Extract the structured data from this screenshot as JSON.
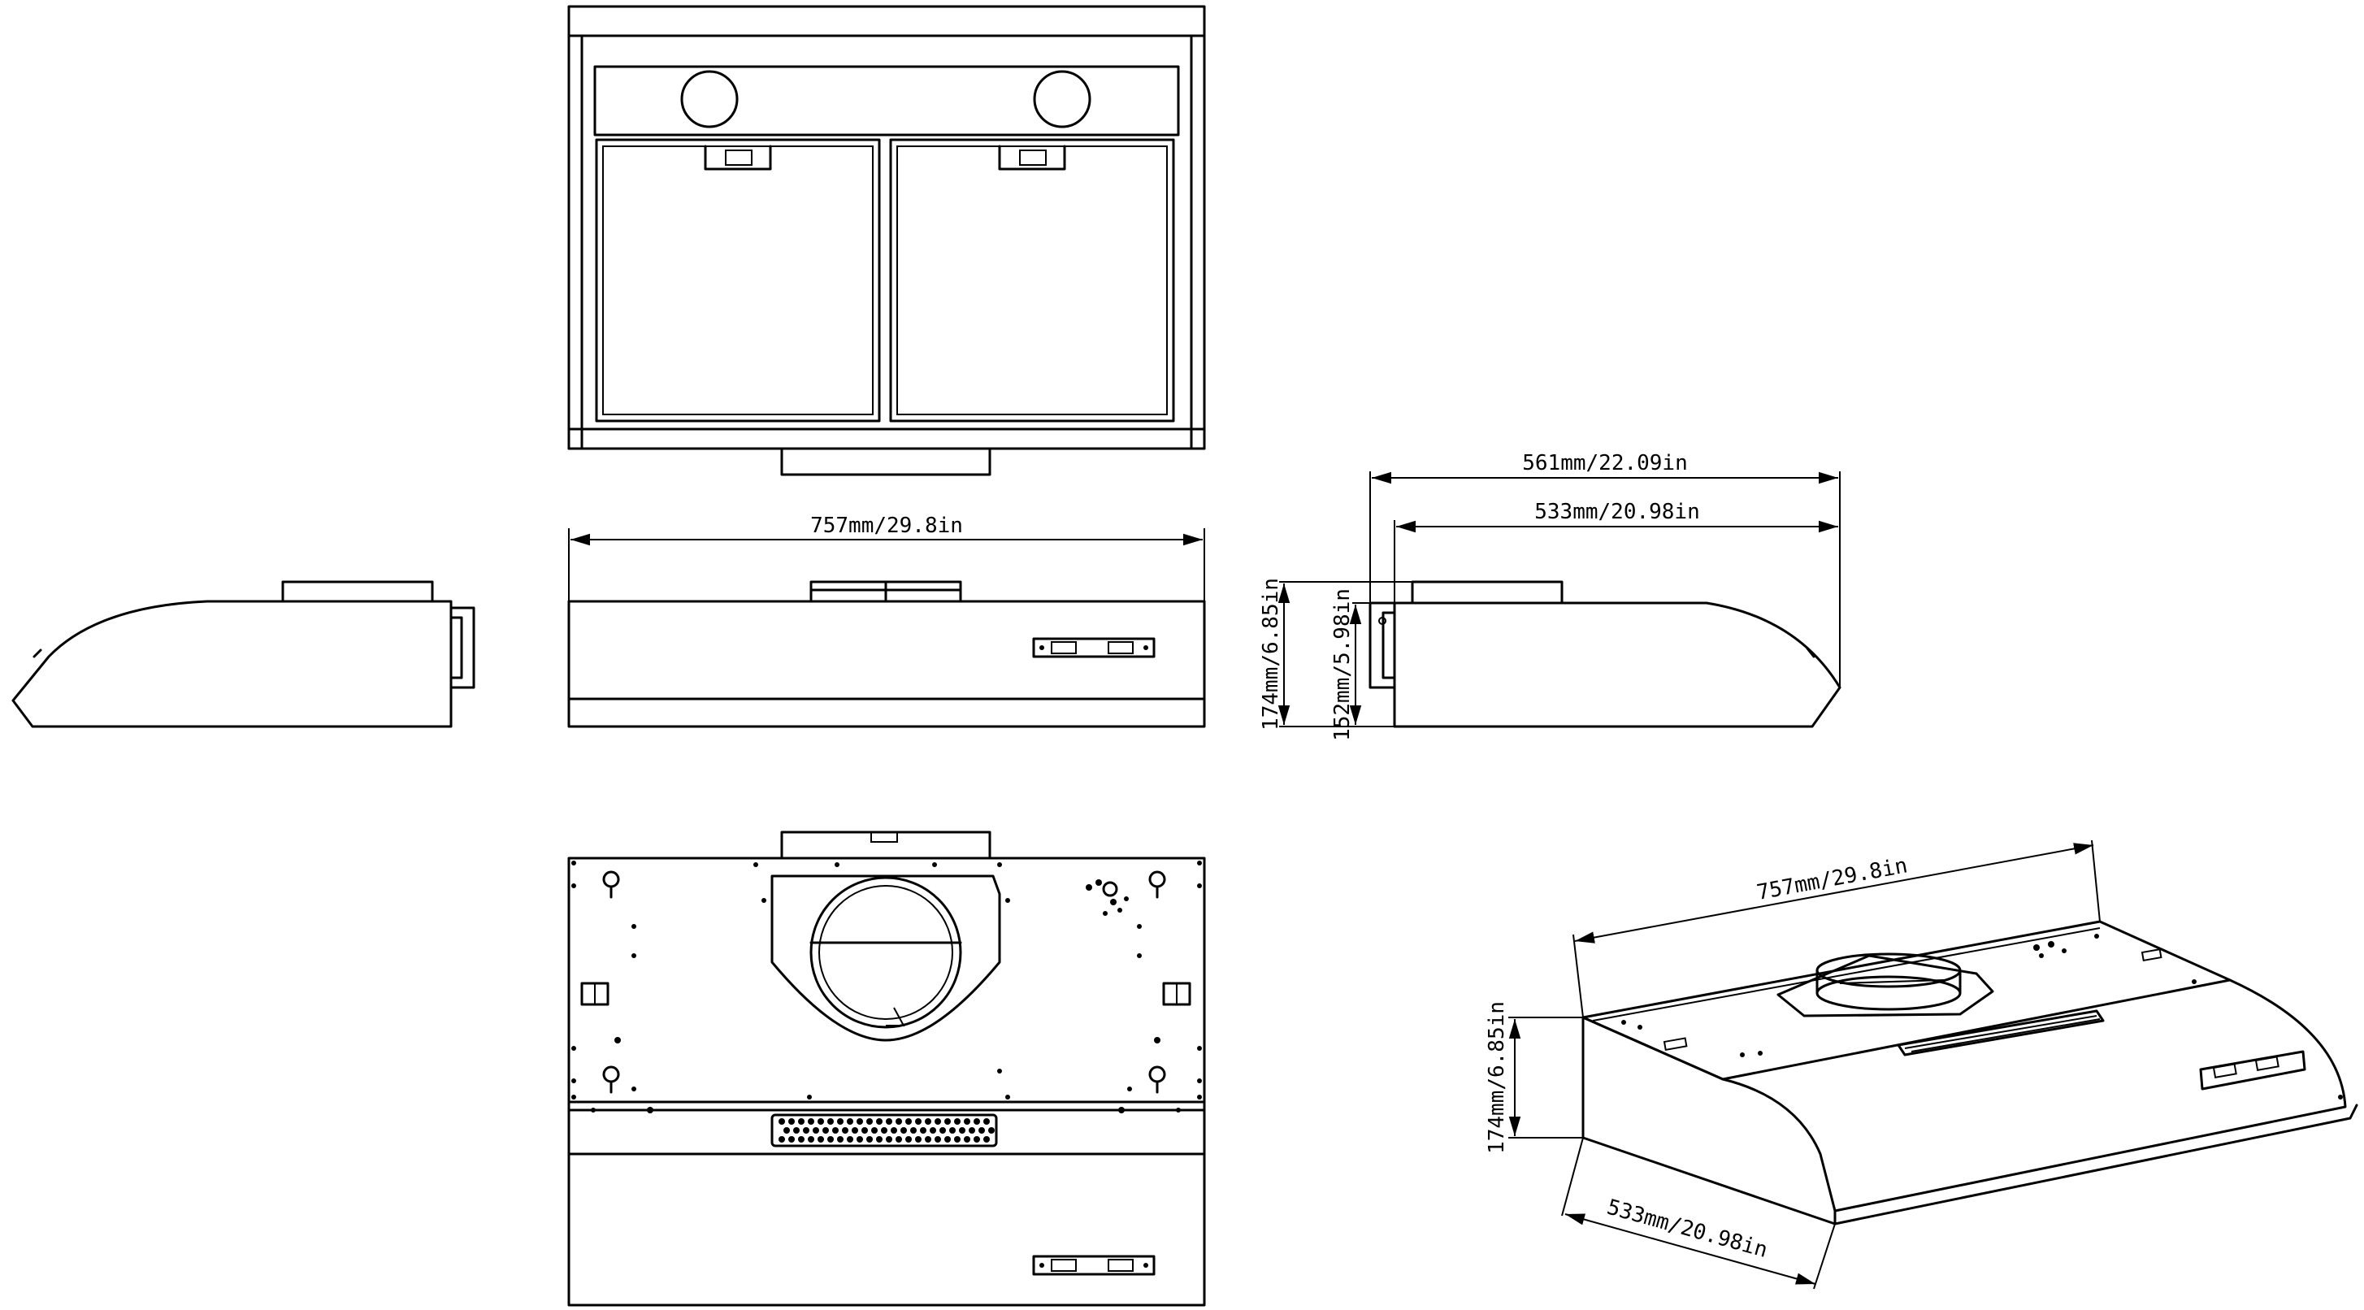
{
  "dimensions": {
    "front_width": "757mm/29.8in",
    "side_depth_total": "561mm/22.09in",
    "side_depth_body": "533mm/20.98in",
    "side_height_total": "174mm/6.85in",
    "side_height_body": "152mm/5.98in",
    "iso_width": "757mm/29.8in",
    "iso_height": "174mm/6.85in",
    "iso_depth": "533mm/20.98in"
  },
  "colors": {
    "line": "#000000",
    "background": "#ffffff"
  }
}
